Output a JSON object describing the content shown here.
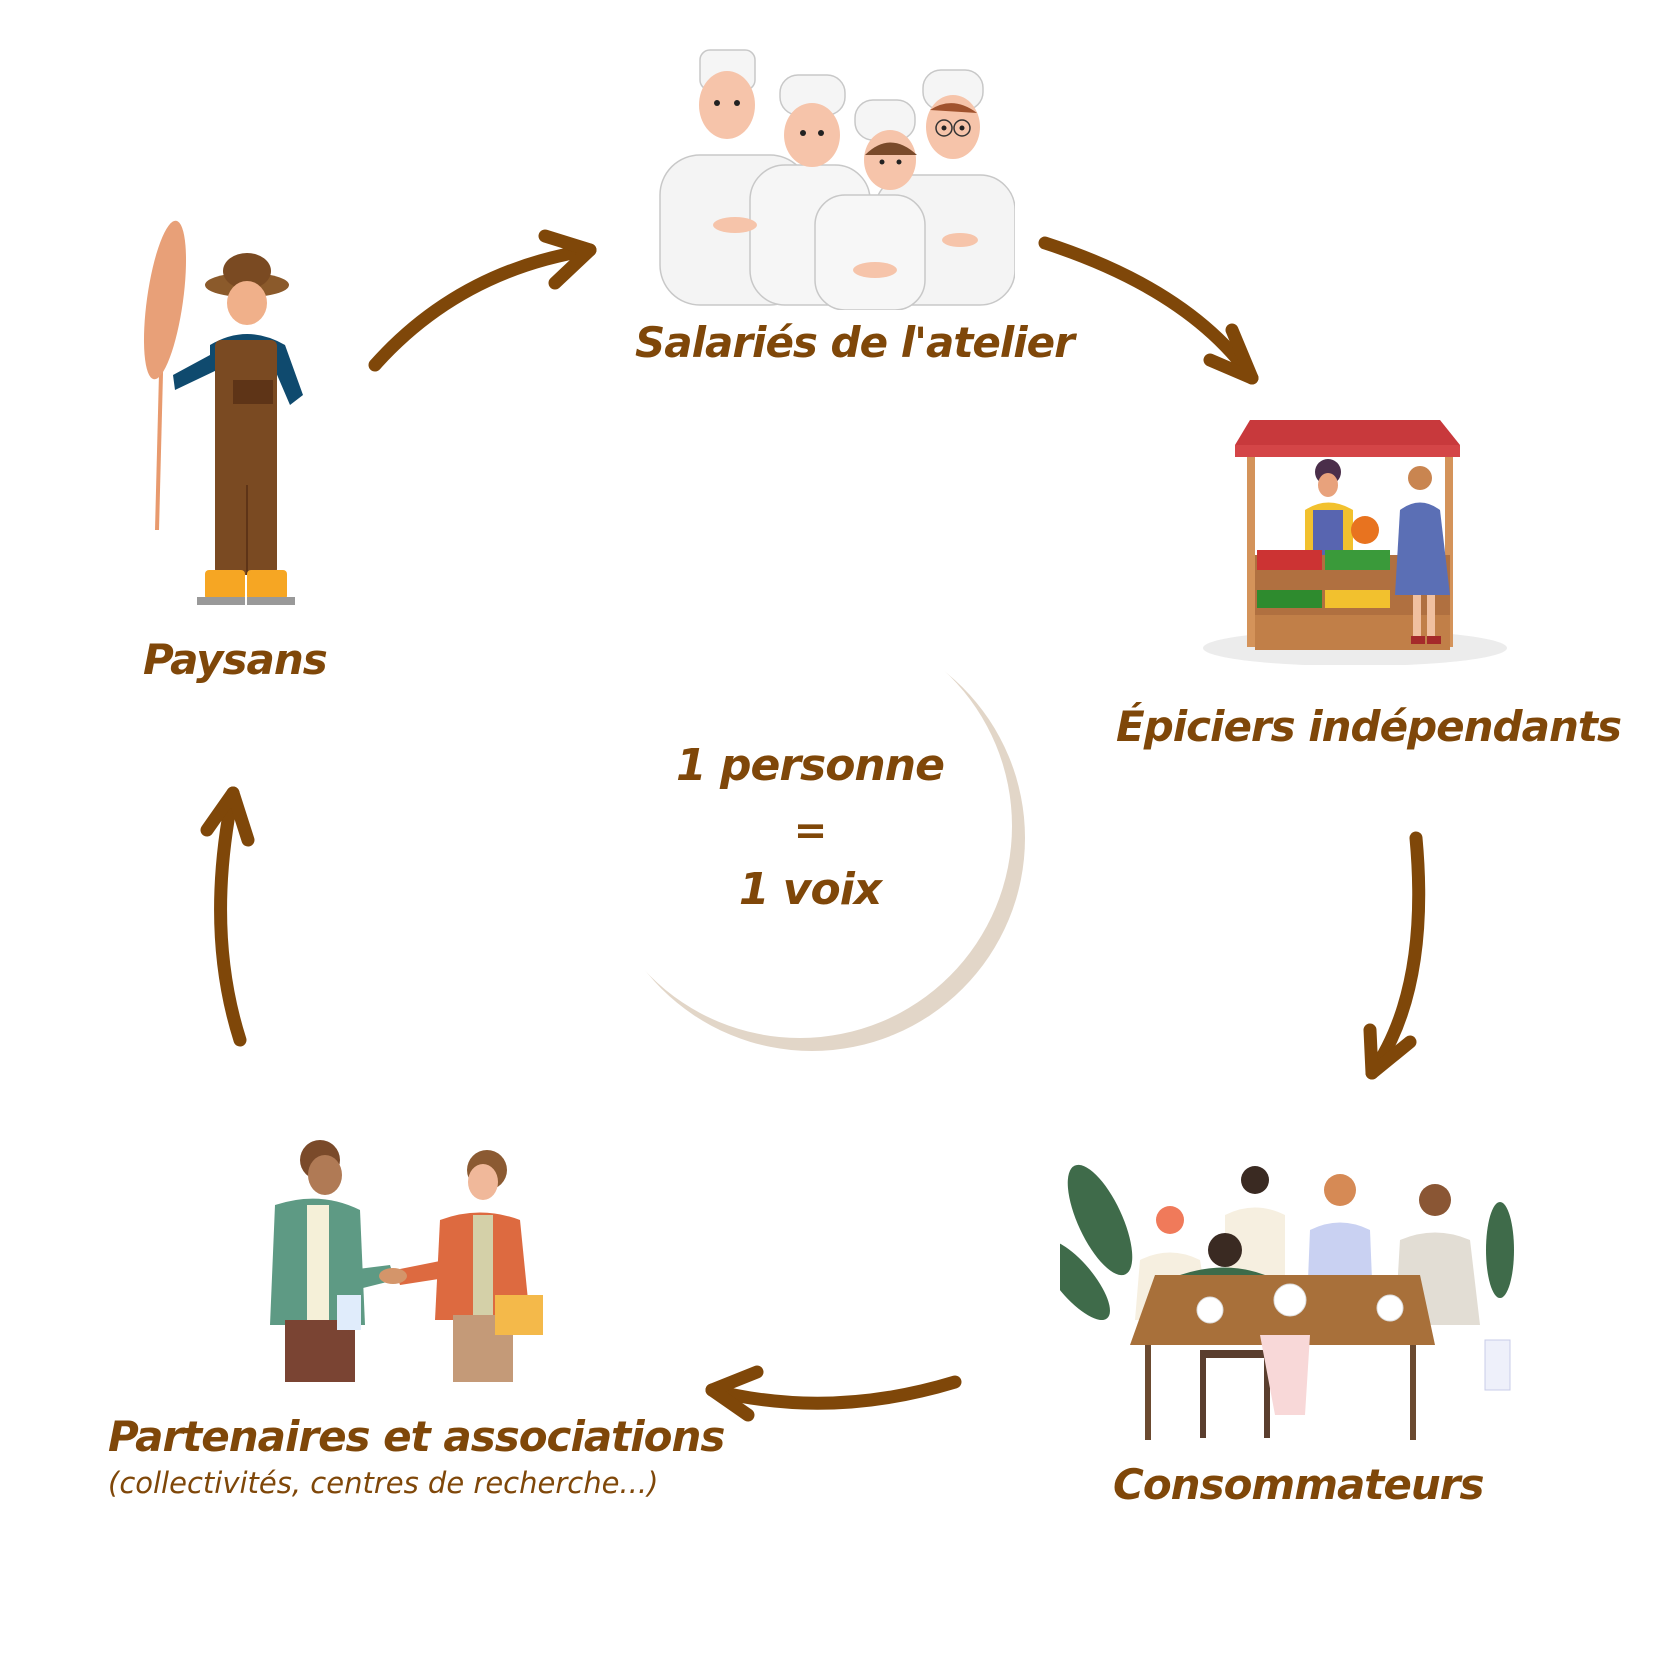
{
  "center": {
    "line1": "1 personne",
    "line2": "=",
    "line3": "1 voix"
  },
  "nodes": [
    {
      "id": "salaries",
      "label": "Salariés de l'atelier",
      "illustration": "chefs-group-illustration"
    },
    {
      "id": "epiciers",
      "label": "Épiciers indépendants",
      "illustration": "market-stall-illustration"
    },
    {
      "id": "consommateurs",
      "label": "Consommateurs",
      "illustration": "dinner-table-illustration"
    },
    {
      "id": "partenaires",
      "label": "Partenaires et associations",
      "sublabel": "(collectivités, centres de recherche...)",
      "illustration": "handshake-illustration"
    },
    {
      "id": "paysans",
      "label": "Paysans",
      "illustration": "farmer-with-wheat-illustration"
    }
  ],
  "cycle_order": [
    "paysans",
    "salaries",
    "epiciers",
    "consommateurs",
    "partenaires",
    "paysans"
  ],
  "colors": {
    "text": "#7f4709",
    "arrow": "#7f4709",
    "center_shadow": "#e2d6c8"
  }
}
